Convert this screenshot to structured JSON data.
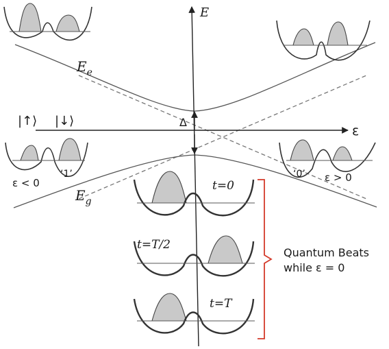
{
  "axes": {
    "energy_label": "E",
    "detuning_label": "ε"
  },
  "levels": {
    "excited_label": "E",
    "excited_subscript": "e",
    "ground_label": "E",
    "ground_subscript": "g",
    "gap_label": "Δ"
  },
  "states": {
    "up_ket": "|↑⟩",
    "down_ket": "|↓⟩",
    "left_well_label": "‘1’",
    "right_well_label": "‘0’",
    "left_condition": "ε < 0",
    "right_condition": "ε > 0"
  },
  "beats": {
    "time_labels": [
      "t=0",
      "t=T/2",
      "t=T"
    ],
    "caption_line1": "Quantum Beats",
    "caption_line2": "while ε = 0"
  },
  "colors": {
    "line": "#555555",
    "lump_fill": "#c9c9c9",
    "brace": "#d43a2a"
  }
}
